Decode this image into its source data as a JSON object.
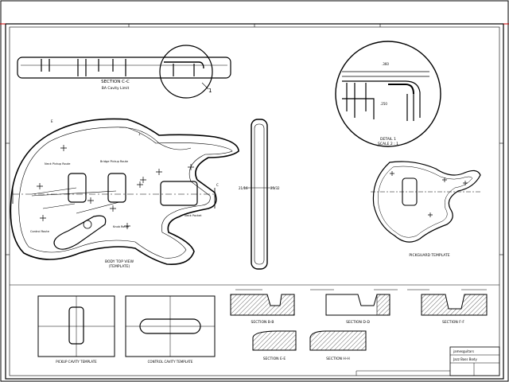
{
  "labels": {
    "section_cc_title": "SECTION C-C",
    "section_cc_sub": "BA Cavity Limit",
    "detail_title": "DETAIL 1",
    "detail_scale": "SCALE 2 : 1",
    "body_view_title": "BODY TOP VIEW",
    "body_view_sub": "(TEMPLATE)",
    "pickguard_title": "PICKGUARD TEMPLATE",
    "pickup_template": "PICKUP CAVITY TEMPLATE",
    "control_template": "CONTROL CAVITY TEMPLATE",
    "section_bb": "SECTION B-B",
    "section_dd": "SECTION D-D",
    "section_ff": "SECTION F-F",
    "section_ee": "SECTION E-E",
    "section_hh": "SECTION H-H",
    "bridge_pickup": "Bridge Pickup Route",
    "neck_pickup": "Neck Pickup Route",
    "control_route": "Control Route",
    "knob_route": "Knob Route",
    "neck_pocket": "Neck Pocket",
    "side_dim_left": "21/16",
    "side_dim_right": "25/32",
    "title_block_line1": "jamesguitars",
    "title_block_line2": "Jazz Bass Body"
  },
  "colors": {
    "line": "#000000",
    "accent": "#cc0000"
  },
  "icons": [
    "screw-hole-marker",
    "center-mark"
  ]
}
